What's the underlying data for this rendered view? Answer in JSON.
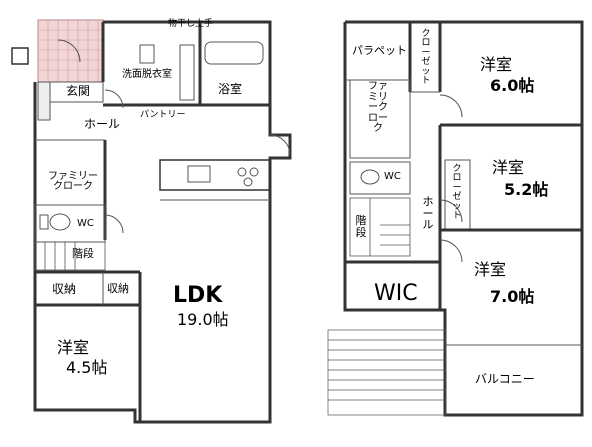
{
  "floor1": {
    "genkan": "玄関",
    "hall": "ホール",
    "senmen": "洗面脱衣室",
    "yokushitsu": "浴室",
    "monohoshi": "物干し上手",
    "pantry": "パントリー",
    "family_closet": "ファミリー\nクローク",
    "wc": "WC",
    "kaidan": "階段",
    "shuno1": "収納",
    "shuno2": "収納",
    "ldk_name": "LDK",
    "ldk_size": "19.0帖",
    "yoshitsu_name": "洋室",
    "yoshitsu_size": "4.5帖"
  },
  "floor2": {
    "parapet": "パラペット",
    "closet1": "クローゼット",
    "family_closet": "ファミリークローク",
    "room1_name": "洋室",
    "room1_size": "6.0帖",
    "wc": "WC",
    "closet2": "クローゼット",
    "room2_name": "洋室",
    "room2_size": "5.2帖",
    "kaidan": "階段",
    "hall": "ホール",
    "wic": "WIC",
    "room3_name": "洋室",
    "room3_size": "7.0帖",
    "balcony": "バルコニー"
  }
}
